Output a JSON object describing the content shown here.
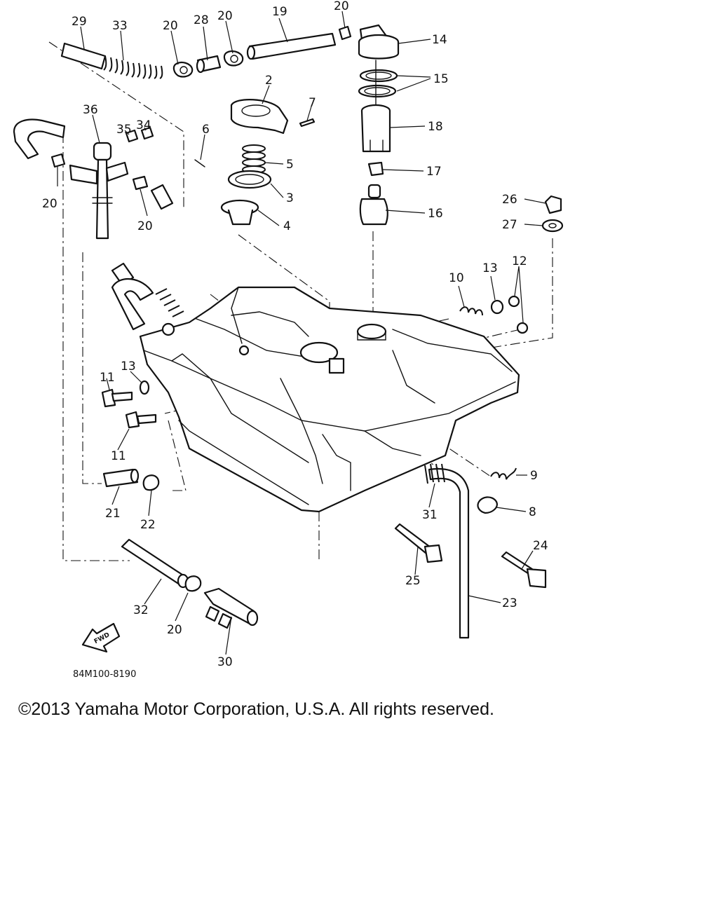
{
  "callouts": [
    "29",
    "33",
    "20",
    "28",
    "20",
    "19",
    "20",
    "14",
    "15",
    "2",
    "7",
    "36",
    "35",
    "34",
    "6",
    "18",
    "5",
    "17",
    "3",
    "20",
    "20",
    "4",
    "16",
    "26",
    "27",
    "12",
    "13",
    "10",
    "13",
    "11",
    "11",
    "9",
    "21",
    "22",
    "31",
    "8",
    "24",
    "25",
    "23",
    "32",
    "20",
    "30"
  ],
  "forward_label": "FWD",
  "reference_code": "84M100-8190",
  "copyright": "©2013 Yamaha Motor Corporation, U.S.A. All rights reserved."
}
